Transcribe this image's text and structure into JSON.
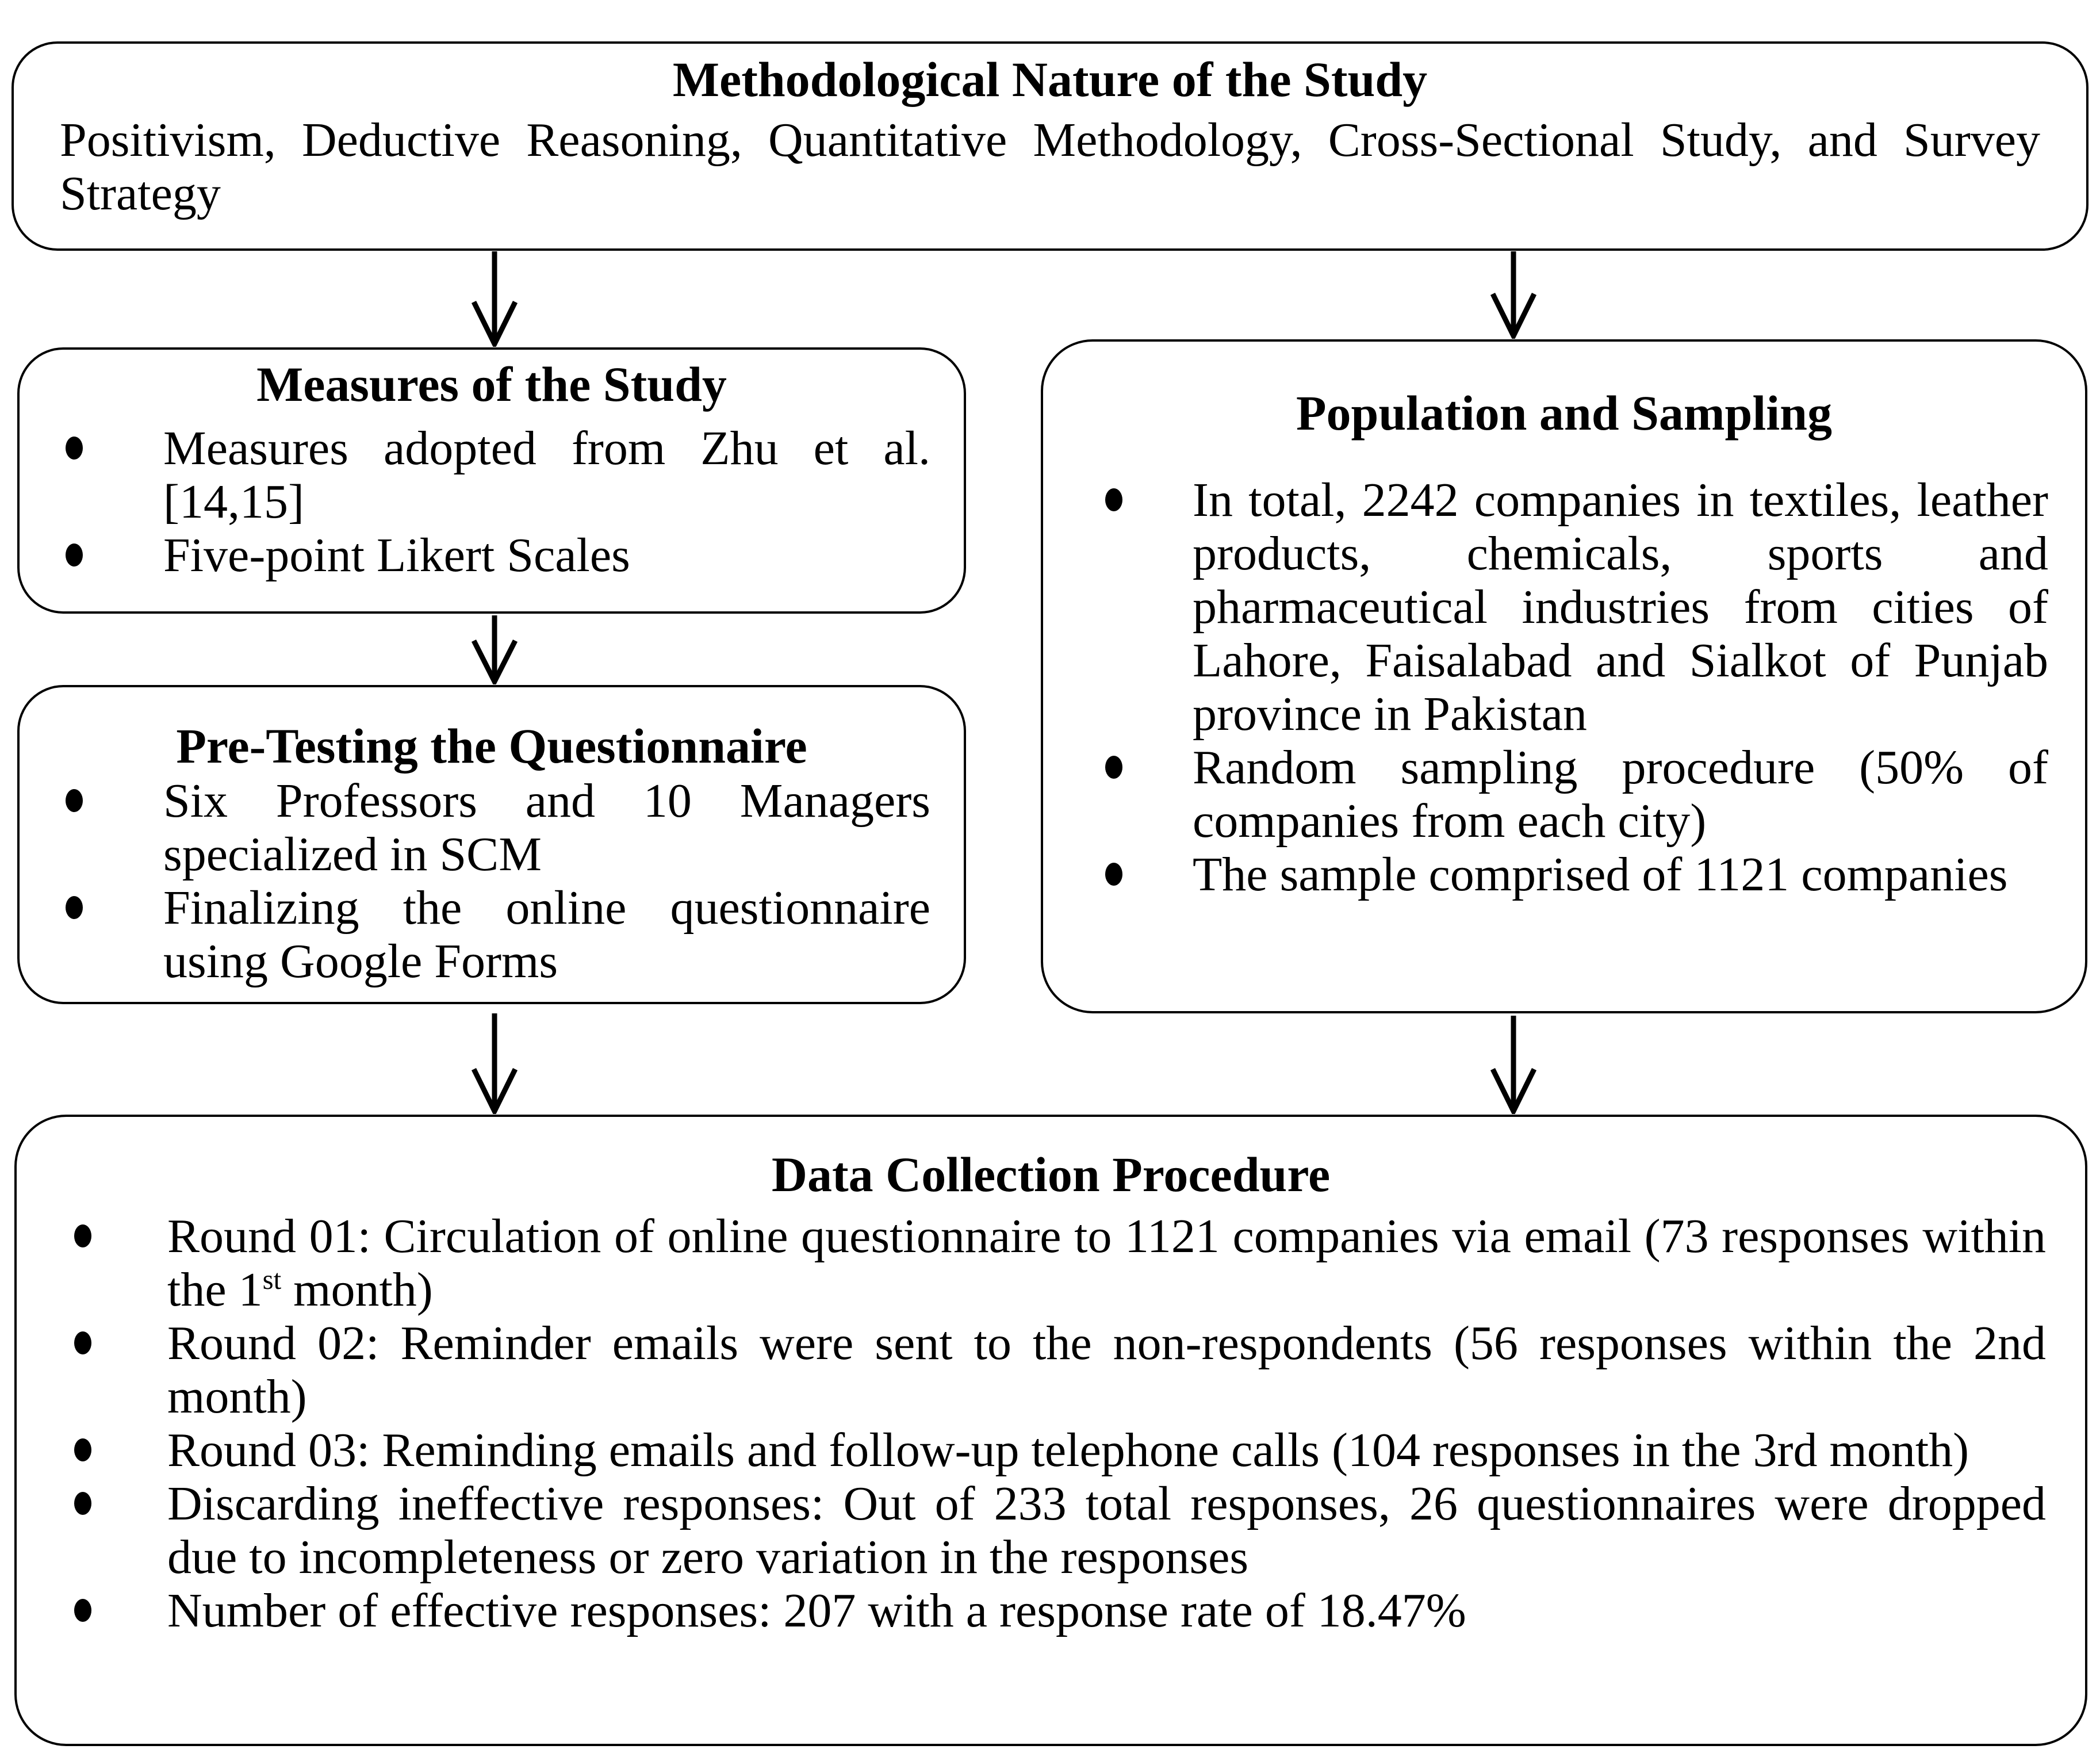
{
  "page": {
    "background_color": "#ffffff",
    "text_color": "#000000",
    "border_color": "#000000"
  },
  "boxes": {
    "top": {
      "title": "Methodological Nature of the Study",
      "body": "Positivism, Deductive Reasoning, Quantitative Methodology, Cross-Sectional Study, and Survey Strategy"
    },
    "measures": {
      "title": "Measures of the Study",
      "bullets": [
        "Measures adopted from Zhu et al. [14,15]",
        "Five-point Likert Scales"
      ]
    },
    "pretesting": {
      "title": "Pre-Testing the Questionnaire",
      "bullets": [
        "Six Professors and 10 Managers specialized in SCM",
        "Finalizing the online questionnaire using Google Forms"
      ]
    },
    "population": {
      "title": "Population and Sampling",
      "bullets": [
        "In total, 2242 companies in textiles, leather products, chemicals, sports and pharmaceutical industries from cities of Lahore, Faisalabad and Sialkot of Punjab province in Pakistan",
        "Random sampling procedure (50% of companies from each city)",
        "The sample comprised of 1121 companies"
      ]
    },
    "data_collection": {
      "title": "Data Collection Procedure",
      "bullets": [
        {
          "parts": [
            {
              "t": "Round 01: Circulation of online questionnaire to 1121 companies via email (73 responses within the 1"
            },
            {
              "t": "st",
              "sup": true
            },
            {
              "t": " month)"
            }
          ]
        },
        "Round 02: Reminder emails were sent to the non-respondents (56 responses within the 2nd month)",
        "Round 03: Reminding emails and follow-up telephone calls (104 responses in the 3rd month)",
        "Discarding ineffective responses: Out of 233 total responses, 26 questionnaires were dropped due to incompleteness or zero variation in the responses",
        "Number of effective responses: 207 with a response rate of 18.47%"
      ]
    }
  }
}
